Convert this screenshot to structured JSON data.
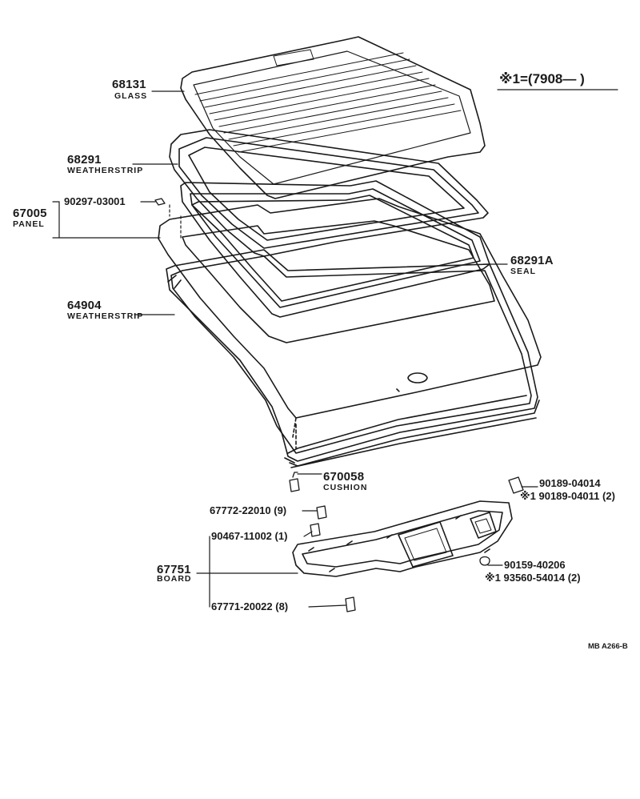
{
  "range_note": "※1=(7908—      )",
  "diagram_code": "MB  A266-B",
  "parts": {
    "glass": {
      "number": "68131",
      "name": "GLASS"
    },
    "weatherstrip_top": {
      "number": "68291",
      "name": "WEATHERSTRIP"
    },
    "panel": {
      "number": "67005",
      "name": "PANEL"
    },
    "panel_screw": {
      "number": "90297-03001"
    },
    "seal": {
      "number": "68291A",
      "name": "SEAL"
    },
    "weatherstrip_bottom": {
      "number": "64904",
      "name": "WEATHERSTRIP"
    },
    "cushion": {
      "number": "670058",
      "name": "CUSHION"
    },
    "clip_top_a": {
      "number": "90189-04014"
    },
    "clip_top_b": {
      "number": "※1 90189-04011 (2)"
    },
    "clip_9": {
      "number": "67772-22010 (9)"
    },
    "screw_1": {
      "number": "90467-11002 (1)"
    },
    "board": {
      "number": "67751",
      "name": "BOARD"
    },
    "screw_40206": {
      "number": "90159-40206"
    },
    "screw_54014": {
      "number": "※1 93560-54014 (2)"
    },
    "clip_8": {
      "number": "67771-20022 (8)"
    }
  }
}
